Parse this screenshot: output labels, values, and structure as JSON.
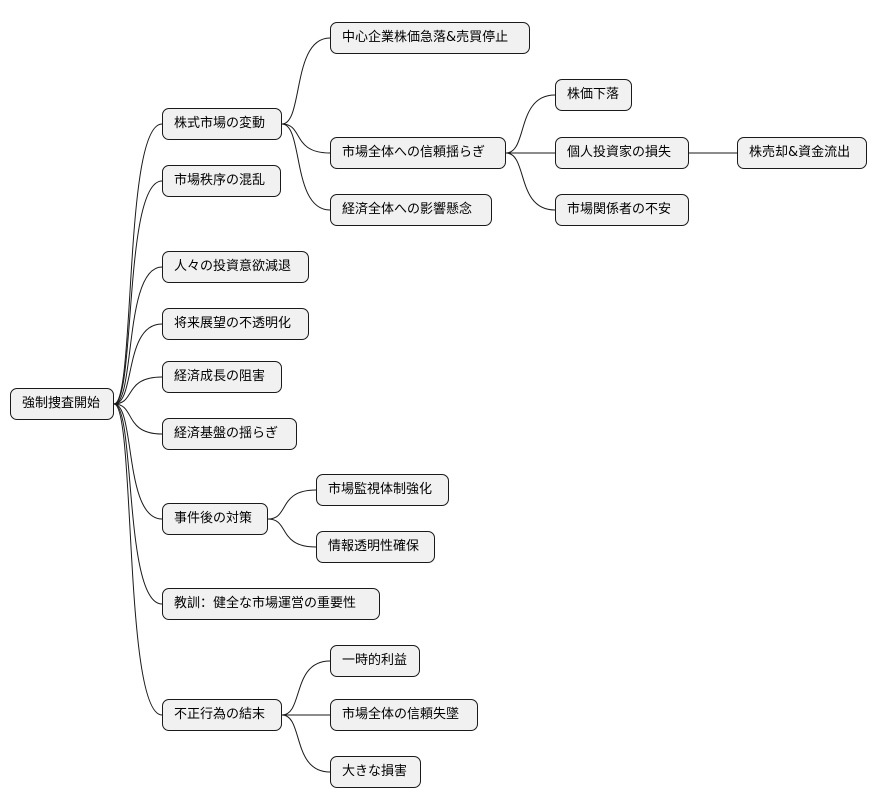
{
  "mindmap": {
    "root": {
      "label": "強制捜査開始"
    },
    "branches": [
      {
        "label": "株式市場の変動",
        "children": [
          {
            "label": "中心企業株価急落&売買停止"
          },
          {
            "label": "市場全体への信頼揺らぎ",
            "children": [
              {
                "label": "株価下落"
              },
              {
                "label": "個人投資家の損失",
                "children": [
                  {
                    "label": "株売却&資金流出"
                  }
                ]
              },
              {
                "label": "市場関係者の不安"
              }
            ]
          },
          {
            "label": "経済全体への影響懸念"
          }
        ]
      },
      {
        "label": "市場秩序の混乱"
      },
      {
        "label": "人々の投資意欲減退"
      },
      {
        "label": "将来展望の不透明化"
      },
      {
        "label": "経済成長の阻害"
      },
      {
        "label": "経済基盤の揺らぎ"
      },
      {
        "label": "事件後の対策",
        "children": [
          {
            "label": "市場監視体制強化"
          },
          {
            "label": "情報透明性確保"
          }
        ]
      },
      {
        "label": "教訓：健全な市場運営の重要性"
      },
      {
        "label": "不正行為の結末",
        "children": [
          {
            "label": "一時的利益"
          },
          {
            "label": "市場全体の信頼失墜"
          },
          {
            "label": "大きな損害"
          }
        ]
      }
    ]
  }
}
